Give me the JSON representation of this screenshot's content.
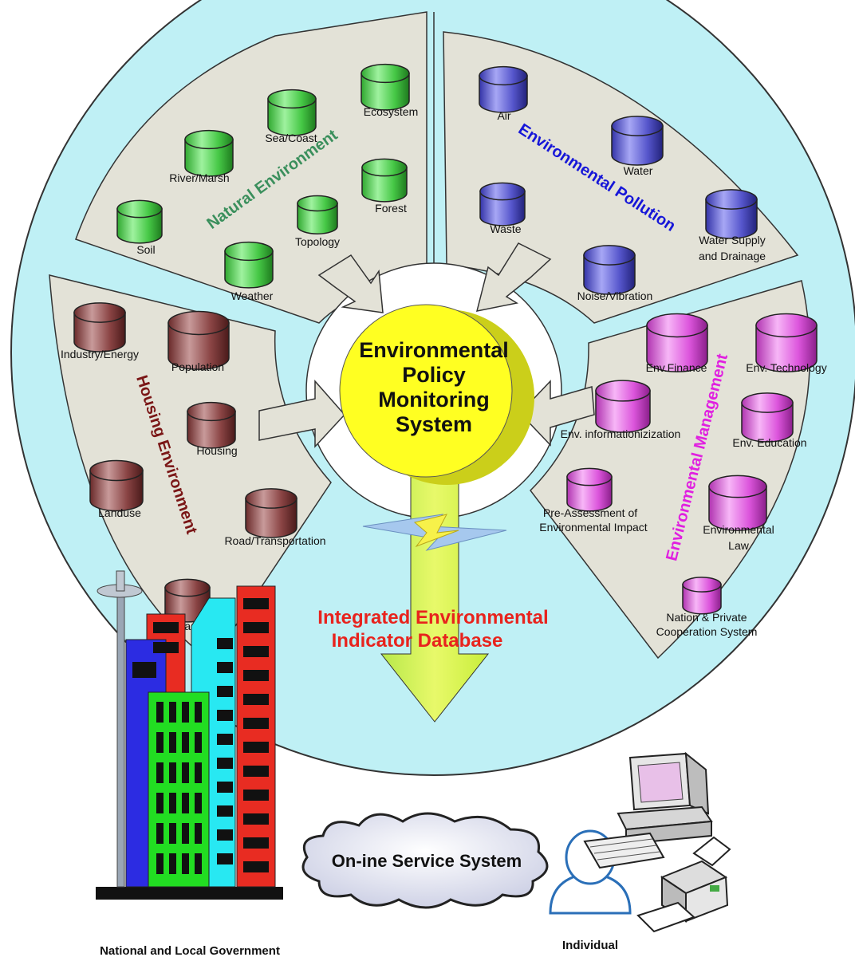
{
  "center": {
    "line1": "Environmental",
    "line2": "Policy",
    "line3": "Monitoring",
    "line4": "System"
  },
  "categories": {
    "natural": {
      "title": "Natural Environment",
      "color": "#3a8f5c"
    },
    "pollution": {
      "title": "Environmental Pollution",
      "color": "#1616d8"
    },
    "housing": {
      "title": "Housing Environment",
      "color": "#7a1616"
    },
    "management": {
      "title": "Environmental Management",
      "color": "#e020e0"
    }
  },
  "natural_items": [
    "Ecosystem",
    "Sea/Coast",
    "River/Marsh",
    "Forest",
    "Soil",
    "Topology",
    "Weather"
  ],
  "pollution_items": [
    "Air",
    "Water",
    "Waste",
    "Water Supply",
    "and Drainage",
    "Noise/Vibration"
  ],
  "housing_items": [
    "Industry/Energy",
    "Population",
    "Housing",
    "Landuse",
    "Road/Transportation",
    "Parks"
  ],
  "management_items": [
    "Env.Finance",
    "Env. Technology",
    "Env. informationizization",
    "Env. Education",
    "Pre-Assessment of",
    "Environmental Impact",
    "Environmental",
    "Law",
    "Nation & Private",
    "Cooperation System"
  ],
  "database": {
    "line1": "Integrated Environmental",
    "line2": "Indicator Database"
  },
  "online": "On-ine Service System",
  "government": "National and Local Government",
  "individual": "Individual"
}
